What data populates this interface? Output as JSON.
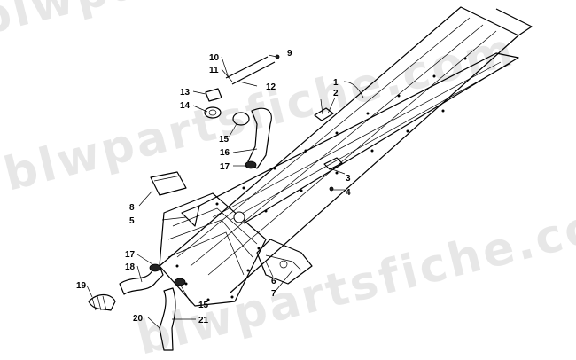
{
  "watermark": "blwpartsfiche.com",
  "callouts": [
    "1",
    "2",
    "3",
    "4",
    "5",
    "6",
    "7",
    "8",
    "9",
    "10",
    "11",
    "12",
    "13",
    "14",
    "15",
    "16",
    "17",
    "18",
    "19",
    "20",
    "21"
  ]
}
